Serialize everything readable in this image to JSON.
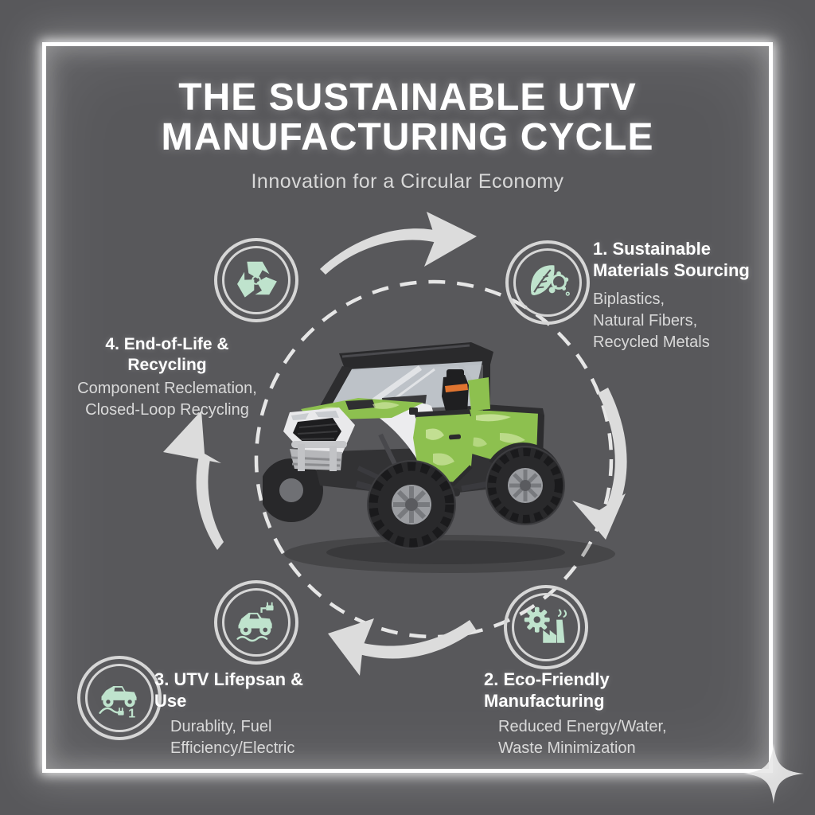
{
  "header": {
    "title_line1": "THE SUSTAINABLE UTV",
    "title_line2": "MANUFACTURING CYCLE",
    "subtitle": "Innovation for a Circular Economy"
  },
  "stages": [
    {
      "title": "1. Sustainable Materials Sourcing",
      "description": "Biplastics,\nNatural Fibers,\nRecycled Metals"
    },
    {
      "title": "2. Eco-Friendly Manufacturing",
      "description": "Reduced Energy/Water,\nWaste Minimization"
    },
    {
      "title": "3. UTV Lifepsan & Use",
      "description": "Durablity, Fuel\nEfficiency/Electric"
    },
    {
      "title": "4. End-of-Life & Recycling",
      "description": "Component Reclemation,\nClosed-Loop Recycling"
    }
  ],
  "icons": {
    "recycle": "recycle-arrows-icon",
    "materials": "leaf-molecule-icon",
    "manufacturing": "gear-factory-icon",
    "utv_electric": "utv-plug-icon",
    "lifespan_truck": "truck-terrain-plug-icon",
    "truck_numeral": "1",
    "corner_sparkle": "four-point-star-icon"
  },
  "center": {
    "illustration": "green-camo-utv-vehicle"
  },
  "colors": {
    "background": "#58585b",
    "frame": "#ffffff",
    "icon_mint": "#bfe3cd",
    "ring_gray": "#d6d6d6",
    "arrow_gray": "#dcdcdc",
    "dashed_circle": "#e6e6e6",
    "utv_green": "#8dc04f",
    "utv_camo_light": "#cfe6a2",
    "seat_orange": "#df7430",
    "text_primary": "#ffffff",
    "text_secondary": "#d9d9d9"
  }
}
